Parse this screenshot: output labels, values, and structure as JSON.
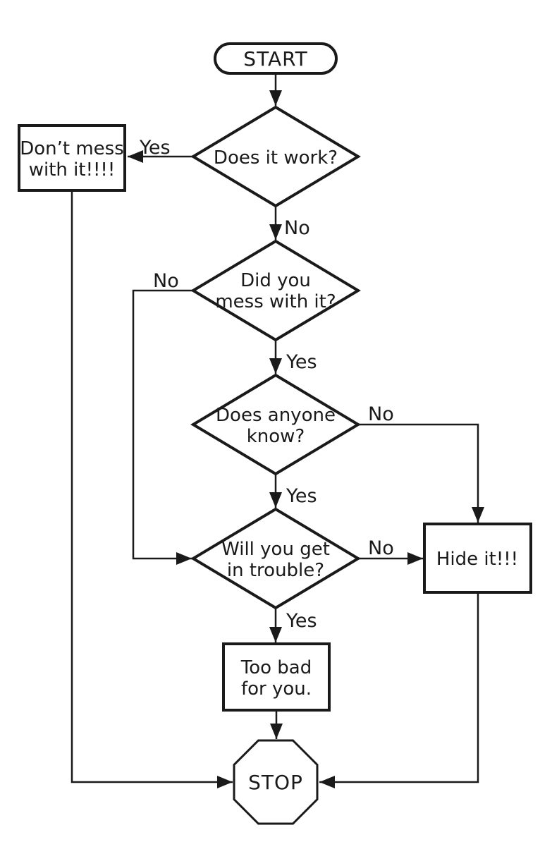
{
  "diagram": {
    "kind": "troubleshooting-flowchart",
    "colors": {
      "ink": "#1a1a1a",
      "background": "#ffffff"
    },
    "nodes": {
      "start": {
        "type": "terminator",
        "label": "START"
      },
      "does_it_work": {
        "type": "decision",
        "text": "Does it work?"
      },
      "dont_mess": {
        "type": "process",
        "line1": "Don’t mess",
        "line2": "with it!!!!"
      },
      "did_you_mess": {
        "type": "decision",
        "line1": "Did you",
        "line2": "mess with it?"
      },
      "does_anyone_know": {
        "type": "decision",
        "line1": "Does anyone",
        "line2": "know?"
      },
      "will_you_get_in_trouble": {
        "type": "decision",
        "line1": "Will you get",
        "line2": "in trouble?"
      },
      "hide_it": {
        "type": "process",
        "text": "Hide it!!!"
      },
      "too_bad": {
        "type": "process",
        "line1": "Too bad",
        "line2": "for you."
      },
      "stop": {
        "type": "stop",
        "label": "STOP"
      }
    },
    "labels": {
      "work_yes": "Yes",
      "work_no": "No",
      "mess_no": "No",
      "mess_yes": "Yes",
      "know_no": "No",
      "know_yes": "Yes",
      "trouble_no": "No",
      "trouble_yes": "Yes"
    }
  }
}
